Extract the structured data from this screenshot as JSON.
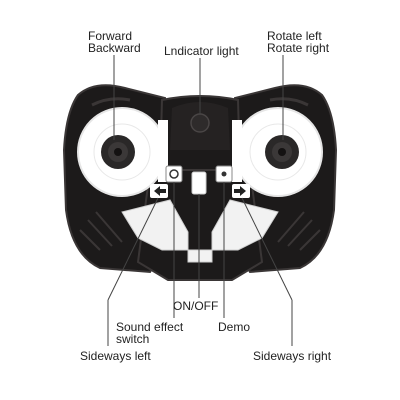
{
  "labels": {
    "forward_backward": [
      "Forward",
      "Backward"
    ],
    "indicator_light": "Lndicator light",
    "rotate": [
      "Rotate left",
      "Rotate right"
    ],
    "on_off": "ON/OFF",
    "demo": "Demo",
    "sound_effect_switch": [
      "Sound effect",
      "switch"
    ],
    "sideways_left": "Sideways left",
    "sideways_right": "Sideways right"
  },
  "colors": {
    "body": "#1c1a1a",
    "body_edge": "#3a3636",
    "stick_pad": "#ffffff",
    "stick": "#2a2828",
    "leader_line": "#444444",
    "bottom_plate": "#f2f2f2"
  },
  "icons": {
    "left_arrow": "arrow-left-icon",
    "right_arrow": "arrow-right-icon"
  }
}
